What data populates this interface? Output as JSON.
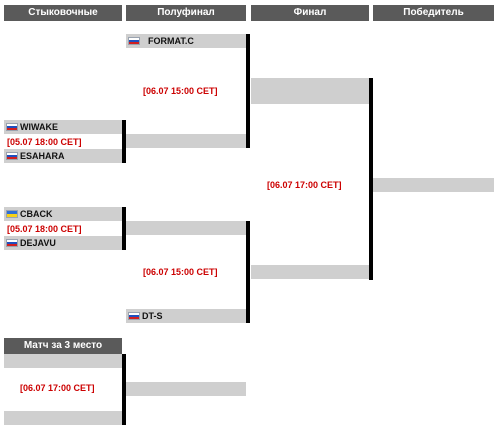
{
  "headers": {
    "playoff": "Стыковочные",
    "semifinal": "Полуфинал",
    "final": "Финал",
    "winner": "Победитель",
    "third_place": "Матч за 3 место"
  },
  "teams": {
    "formatc": "FORMAT.C",
    "wiwake": "WIWAKE",
    "esahara": "ESAHARA",
    "cback": "CBACK",
    "dejavu": "DEJAVU",
    "dts": "DT-S"
  },
  "flags": {
    "formatc": "russia-flag-icon",
    "wiwake": "russia-flag-icon",
    "esahara": "russia-flag-icon",
    "cback": "ukraine-flag-icon",
    "dejavu": "russia-flag-icon",
    "dts": "russia-flag-icon"
  },
  "times": {
    "playoff_1": "[05.07 18:00 CET]",
    "playoff_2": "[05.07 18:00 CET]",
    "semifinal_1": "[06.07 15:00 CET]",
    "semifinal_2": "[06.07 15:00 CET]",
    "final": "[06.07 17:00 CET]",
    "third_place": "[06.07 17:00 CET]"
  },
  "colors": {
    "header_bg": "#5a5a5a",
    "slot_bg": "#cfcfcf",
    "time_text": "#cc0000",
    "connector": "#000000"
  }
}
